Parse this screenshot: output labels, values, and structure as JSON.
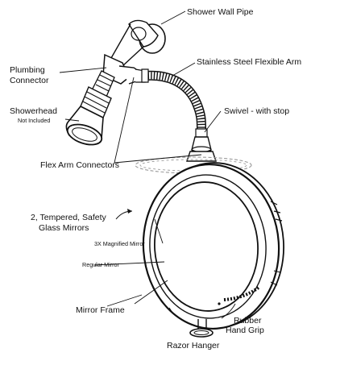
{
  "labels": {
    "shower_wall_pipe": "Shower Wall Pipe",
    "plumbing_connector_line1": "Plumbing",
    "plumbing_connector_line2": "Connector",
    "stainless_steel_flexible_arm": "Stainless Steel Flexible Arm",
    "showerhead": "Showerhead",
    "not_included": "Not Included",
    "swivel_with_stop": "Swivel - with stop",
    "flex_arm_connectors": "Flex Arm Connectors",
    "mirrors_line1": "2, Tempered, Safety",
    "mirrors_line2": "Glass Mirrors",
    "magnified_mirror": "3X Magnified Mirror",
    "regular_mirror": "Regular Mirror",
    "mirror_frame": "Mirror Frame",
    "rubber_hand_grip_line1": "Rubber",
    "rubber_hand_grip_line2": "Hand Grip",
    "razor_hanger": "Razor Hanger"
  },
  "colors": {
    "ink": "#111111",
    "background": "#ffffff",
    "swivel_motion": "#9a9a9a"
  }
}
